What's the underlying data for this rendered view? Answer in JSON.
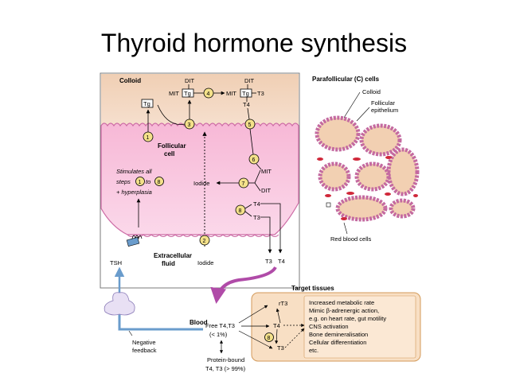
{
  "slide": {
    "title": "Thyroid hormone synthesis"
  },
  "main_panel": {
    "colloid_label": "Colloid",
    "follicular_cell_label_1": "Follicular",
    "follicular_cell_label_2": "cell",
    "extracellular_label_1": "Extracellular",
    "extracellular_label_2": "fluid",
    "tg_box": "Tg",
    "top_row": {
      "dit_left": "DIT",
      "mit_left": "MIT",
      "tg_left": "Tg",
      "dit_right": "DIT",
      "mit_right": "MIT",
      "tg_right": "Tg",
      "t3_top": "T3",
      "t4_top": "T4"
    },
    "stimulates_text": [
      "Stimulates all",
      "steps",
      "to",
      "+ hyperplasia"
    ],
    "iodide_inside": "Iodide",
    "iodide_outside": "Iodide",
    "mit_mid": "MIT",
    "dit_mid": "DIT",
    "t4_mid": "T4",
    "t3_mid": "T3",
    "t3_bottom": "T3",
    "t4_bottom": "T4",
    "tsh_label": "TSH",
    "step_numbers": [
      "1",
      "2",
      "3",
      "4",
      "5",
      "6",
      "7",
      "8"
    ]
  },
  "parafollicular_panel": {
    "title": "Parafollicular (C) cells",
    "colloid_label": "Colloid",
    "follicular_epithelium_1": "Follicular",
    "follicular_epithelium_2": "epithelium",
    "rbc_label": "Red blood cells"
  },
  "target_panel": {
    "title": "Target tissues",
    "rt3": "rT3",
    "t4": "T4",
    "t3": "T3",
    "step8": "8",
    "effects": [
      "Increased metabolic rate",
      "Mimic β-adrenergic action,",
      "e.g. on heart rate, gut motility",
      "CNS activation",
      "Bone demineralisation",
      "Cellular differentiation",
      "etc."
    ]
  },
  "blood_section": {
    "blood_label": "Blood",
    "free_label": "Free T4,T3",
    "free_pct": "(< 1%)",
    "protein_bound": "Protein-bound",
    "protein_bound_2": "T4, T3 (> 99%)",
    "negative_feedback_1": "Negative",
    "negative_feedback_2": "feedback"
  },
  "colors": {
    "colloid": "#f2d6bf",
    "cell": "#f6c2dc",
    "cell_edge": "#d070a8",
    "purple_arrow": "#b04ba8",
    "blue_arrow": "#6a9ccc",
    "target_bg": "#f8dfc4",
    "target_edge": "#d39a5a",
    "circle_fill": "#f4e18a"
  }
}
